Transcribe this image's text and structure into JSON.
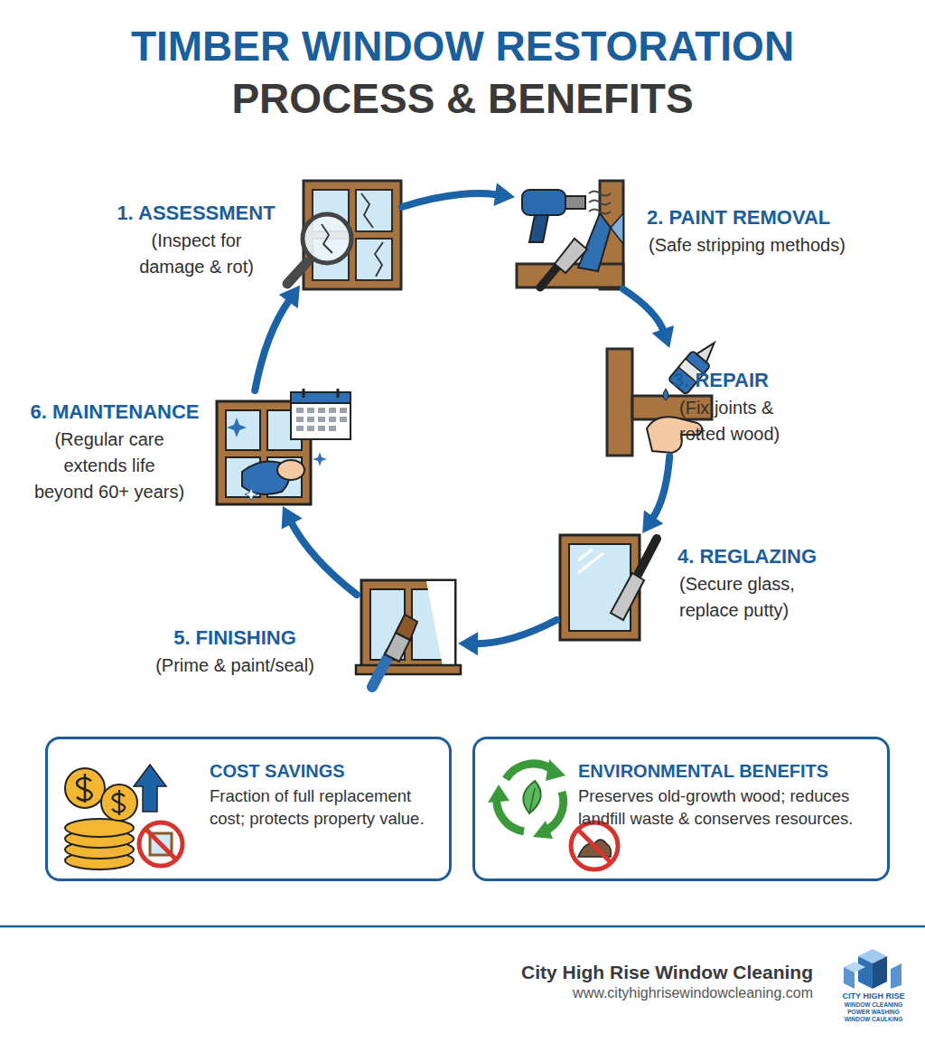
{
  "diagram": {
    "title": "TIMBER WINDOW RESTORATION PROCESS & BENEFITS",
    "nodes": [
      {
        "text": [
          "1. ASSESSMENT",
          "(Inspect for damage & rot)"
        ]
      },
      {
        "text": [
          "2. PAINT REMOVAL",
          "(Safe stripping methods)"
        ]
      },
      {
        "text": [
          "3. REPAIR",
          "(Fix joints & rotted wood)"
        ]
      },
      {
        "text": [
          "4. REGLAZING",
          "(Secure glass, replace putty)"
        ]
      },
      {
        "text": [
          "5. FINISHING",
          "(Prime & paint/seal)"
        ]
      },
      {
        "text": [
          "6. MAINTENANCE",
          "(Regular care extends life beyond 60+ years)"
        ]
      },
      {
        "text": [
          "COST SAVINGS",
          "Fraction of full replacement cost; protects property value."
        ]
      },
      {
        "text": [
          "ENVIRONMENTAL BENEFITS",
          "Preserves old-growth wood; reduces landfill waste & conserves resources."
        ]
      }
    ],
    "edges": [
      {
        "from": 0,
        "to": 1,
        "arrow": "to"
      },
      {
        "from": 1,
        "to": 2,
        "arrow": "to"
      },
      {
        "from": 2,
        "to": 3,
        "arrow": "to"
      },
      {
        "from": 3,
        "to": 4,
        "arrow": "to"
      },
      {
        "from": 4,
        "to": 5,
        "arrow": "to"
      },
      {
        "from": 5,
        "to": 0,
        "arrow": "to"
      }
    ],
    "labels": [
      "City High Rise Window Cleaning",
      "www.cityhighrisewindowcleaning.com",
      "CITY HIGH RISE",
      "WINDOW CLEANING",
      "POWER WASHING",
      "WINDOW CAULKING"
    ]
  }
}
